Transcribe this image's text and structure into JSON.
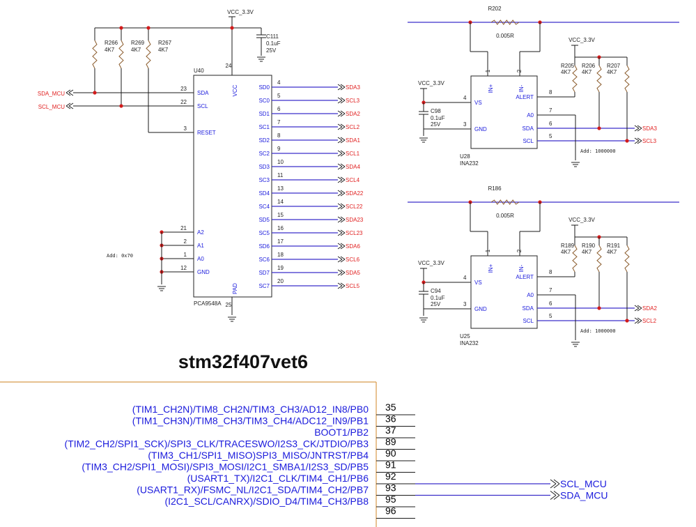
{
  "top_mux": {
    "vcc": "VCC_3.3V",
    "cap": {
      "ref": "C111",
      "val": "0.1uF",
      "volt": "25V"
    },
    "resistors": [
      {
        "ref": "R266",
        "val": "4K7"
      },
      {
        "ref": "R269",
        "val": "4K7"
      },
      {
        "ref": "R267",
        "val": "4K7"
      }
    ],
    "chip_ref": "U40",
    "chip_part": "PCA9548A",
    "vcc_pin": {
      "num": "24",
      "name": "VCC"
    },
    "pad_pin": {
      "num": "25",
      "name": "PAD"
    },
    "left_pins": [
      {
        "num": "23",
        "name": "SDA"
      },
      {
        "num": "22",
        "name": "SCL"
      },
      {
        "num": "3",
        "name": "RESET"
      },
      {
        "num": "21",
        "name": "A2"
      },
      {
        "num": "2",
        "name": "A1"
      },
      {
        "num": "1",
        "name": "A0"
      },
      {
        "num": "12",
        "name": "GND"
      }
    ],
    "inputs": [
      "SDA_MCU",
      "SCL_MCU"
    ],
    "address": "Add: 0x70",
    "right_pins": [
      {
        "num": "4",
        "name": "SD0",
        "net": "SDA3"
      },
      {
        "num": "5",
        "name": "SC0",
        "net": "SCL3"
      },
      {
        "num": "6",
        "name": "SD1",
        "net": "SDA2"
      },
      {
        "num": "7",
        "name": "SC1",
        "net": "SCL2"
      },
      {
        "num": "8",
        "name": "SD2",
        "net": "SDA1"
      },
      {
        "num": "9",
        "name": "SC2",
        "net": "SCL1"
      },
      {
        "num": "10",
        "name": "SD3",
        "net": "SDA4"
      },
      {
        "num": "11",
        "name": "SC3",
        "net": "SCL4"
      },
      {
        "num": "13",
        "name": "SD4",
        "net": "SDA22"
      },
      {
        "num": "14",
        "name": "SC4",
        "net": "SCL22"
      },
      {
        "num": "15",
        "name": "SD5",
        "net": "SDA23"
      },
      {
        "num": "16",
        "name": "SC5",
        "net": "SCL23"
      },
      {
        "num": "17",
        "name": "SD6",
        "net": "SDA6"
      },
      {
        "num": "18",
        "name": "SC6",
        "net": "SCL6"
      },
      {
        "num": "19",
        "name": "SD7",
        "net": "SDA5"
      },
      {
        "num": "20",
        "name": "SC7",
        "net": "SCL5"
      }
    ]
  },
  "ina_top": {
    "shunt": {
      "ref": "R202",
      "val": "0.005R"
    },
    "vcc": "VCC_3.3V",
    "pullups": [
      {
        "ref": "R205",
        "val": "4K7"
      },
      {
        "ref": "R206",
        "val": "4K7"
      },
      {
        "ref": "R207",
        "val": "4K7"
      }
    ],
    "cap": {
      "ref": "C98",
      "val": "0.1uF",
      "volt": "25V"
    },
    "vcc_left": "VCC_3.3V",
    "chip_ref": "U28",
    "chip_part": "INA232",
    "pins": {
      "inp": "IN+",
      "inn": "IN-",
      "p1": "1",
      "p2": "2",
      "alert": "ALERT",
      "alert_n": "8",
      "vs": "VS",
      "vs_n": "4",
      "gnd": "GND",
      "gnd_n": "3",
      "a0": "A0",
      "a0_n": "7",
      "sda": "SDA",
      "sda_n": "6",
      "scl": "SCL",
      "scl_n": "5"
    },
    "nets": [
      "SDA3",
      "SCL3"
    ],
    "address": "Add: 1000000"
  },
  "ina_bottom": {
    "shunt": {
      "ref": "R186",
      "val": "0.005R"
    },
    "vcc": "VCC_3.3V",
    "pullups": [
      {
        "ref": "R189",
        "val": "4K7"
      },
      {
        "ref": "R190",
        "val": "4K7"
      },
      {
        "ref": "R191",
        "val": "4K7"
      }
    ],
    "cap": {
      "ref": "C94",
      "val": "0.1uF",
      "volt": "25V"
    },
    "vcc_left": "VCC_3.3V",
    "chip_ref": "U25",
    "chip_part": "INA232",
    "pins": {
      "inp": "IN+",
      "inn": "IN-",
      "p1": "1",
      "p2": "2",
      "alert": "ALERT",
      "alert_n": "8",
      "vs": "VS",
      "vs_n": "4",
      "gnd": "GND",
      "gnd_n": "3",
      "a0": "A0",
      "a0_n": "7",
      "sda": "SDA",
      "sda_n": "6",
      "scl": "SCL",
      "scl_n": "5"
    },
    "nets": [
      "SDA2",
      "SCL2"
    ],
    "address": "Add: 1000000"
  },
  "mcu": {
    "title": "stm32f407vet6",
    "pins": [
      {
        "name": "(TIM1_CH2N)/TIM8_CH2N/TIM3_CH3/AD12_IN8/PB0",
        "num": "35"
      },
      {
        "name": "(TIM1_CH3N)/TIM8_CH3/TIM3_CH4/ADC12_IN9/PB1",
        "num": "36"
      },
      {
        "name": "BOOT1/PB2",
        "num": "37"
      },
      {
        "name": "(TIM2_CH2/SPI1_SCK)/SPI3_CLK/TRACESWO/I2S3_CK/JTDIO/PB3",
        "num": "89"
      },
      {
        "name": "(TIM3_CH1/SPI1_MISO)SPI3_MISO/JNTRST/PB4",
        "num": "90"
      },
      {
        "name": "(TIM3_CH2/SPI1_MOSI)/SPI3_MOSI/I2C1_SMBA1/I2S3_SD/PB5",
        "num": "91"
      },
      {
        "name": "(USART1_TX)/I2C1_CLK/TIM4_CH1/PB6",
        "num": "92"
      },
      {
        "name": "(USART1_RX)/FSMC_NL/I2C1_SDA/TIM4_CH2/PB7",
        "num": "93"
      },
      {
        "name": "(I2C1_SCL/CANRX)/SDIO_D4/TIM4_CH3/PB8",
        "num": "95"
      },
      {
        "name": "",
        "num": "96"
      }
    ],
    "outputs": [
      "SCL_MCU",
      "SDA_MCU"
    ]
  }
}
